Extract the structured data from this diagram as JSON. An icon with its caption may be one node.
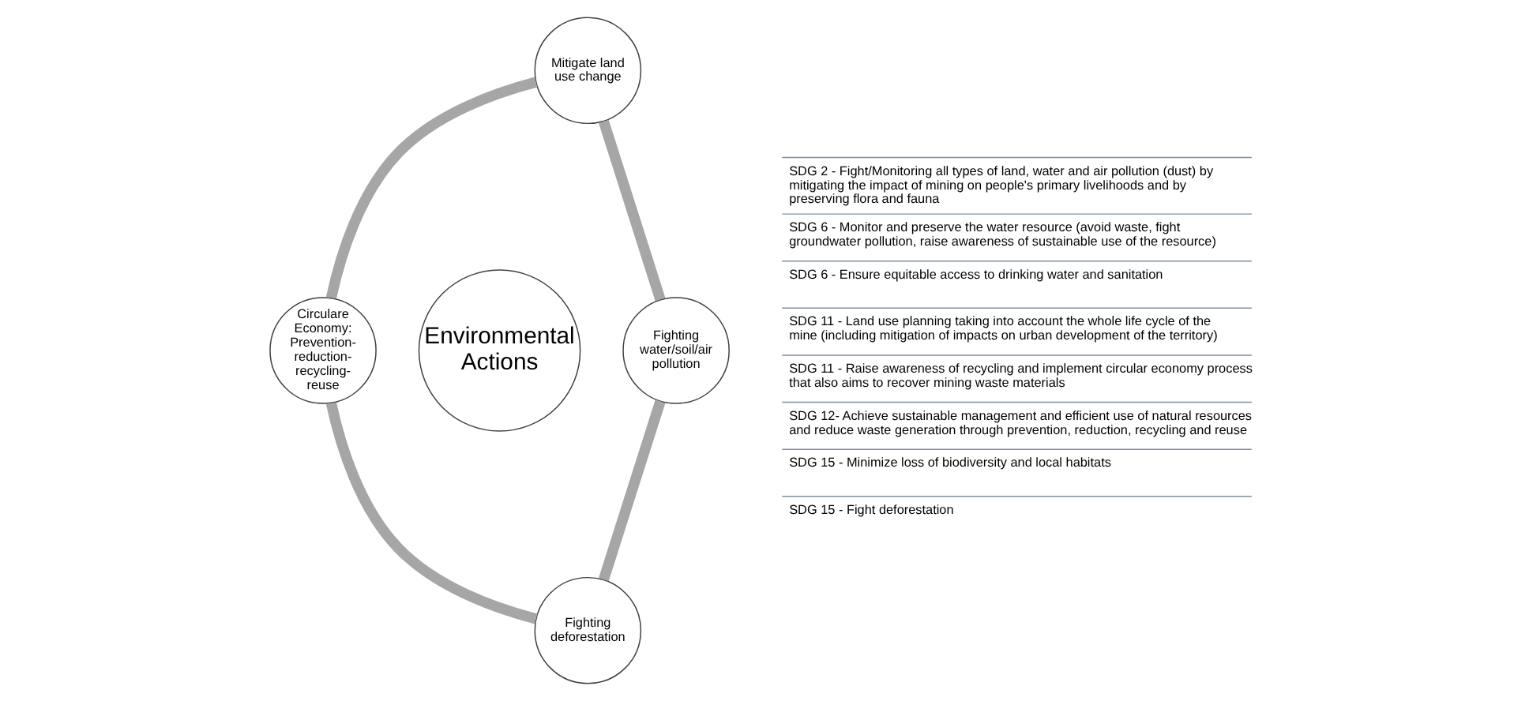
{
  "diagram": {
    "nodes": [
      {
        "text": [
          "Mitigate land use change"
        ]
      },
      {
        "text": [
          "Circulare Economy: Prevention-reduction-recycling-reuse"
        ]
      },
      {
        "text": [
          "Environmental Actions"
        ]
      },
      {
        "text": [
          "Fighting water/soil/air pollution"
        ]
      },
      {
        "text": [
          "Fighting deforestation"
        ]
      }
    ],
    "edges": [
      {
        "from": 0,
        "to": 3,
        "arrow": "none"
      },
      {
        "from": 3,
        "to": 4,
        "arrow": "none"
      },
      {
        "from": 4,
        "to": 1,
        "arrow": "none"
      },
      {
        "from": 1,
        "to": 0,
        "arrow": "none"
      }
    ],
    "labels": [
      "SDG 2 - Fight/Monitoring all types of land, water and air pollution (dust) by mitigating the impact of mining on people's primary livelihoods and by preserving flora and fauna",
      "SDG 6 - Monitor and preserve the water resource (avoid waste, fight groundwater pollution, raise awareness of sustainable use of the resource)",
      "SDG 6 - Ensure equitable access to drinking water and sanitation",
      "SDG 11 - Land use planning taking into account the whole life cycle of the mine (including mitigation of impacts on urban development of the territory)",
      "SDG 11 - Raise awareness of recycling and implement circular economy process that also aims to recover mining waste materials",
      "SDG 12- Achieve sustainable management and efficient use of natural resources and reduce waste generation through prevention, reduction, recycling and reuse",
      "SDG 15 - Minimize loss of biodiversity and local habitats",
      "SDG 15 - Fight deforestation"
    ]
  }
}
